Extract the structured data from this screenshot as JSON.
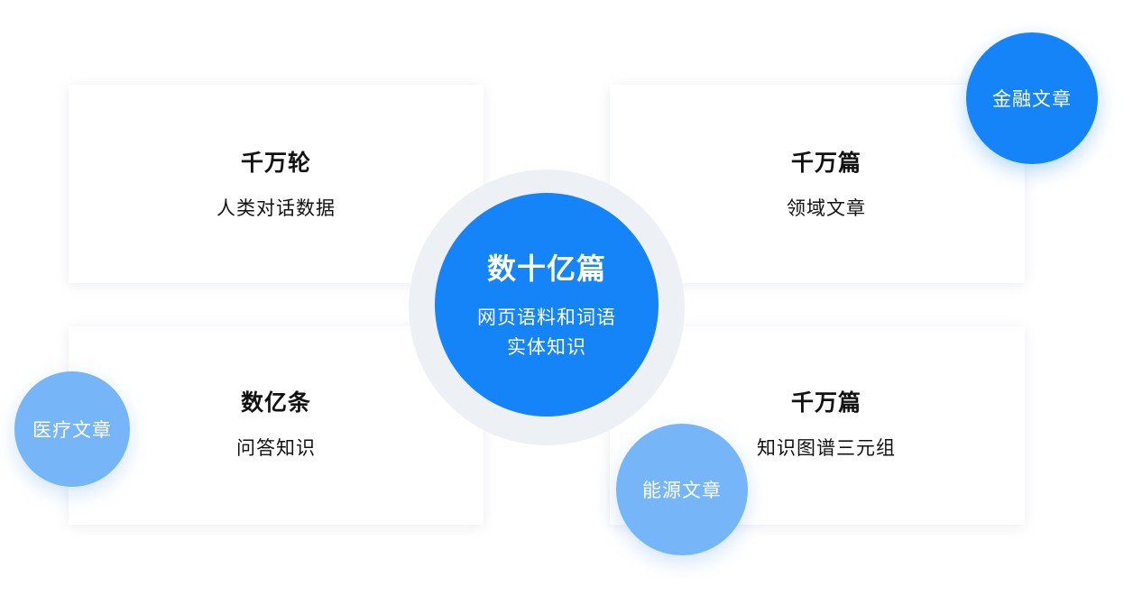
{
  "cards": {
    "top_left": {
      "title": "千万轮",
      "subtitle": "人类对话数据"
    },
    "top_right": {
      "title": "千万篇",
      "subtitle": "领域文章"
    },
    "bottom_left": {
      "title": "数亿条",
      "subtitle": "问答知识"
    },
    "bottom_right": {
      "title": "千万篇",
      "subtitle": "知识图谱三元组"
    }
  },
  "center": {
    "title": "数十亿篇",
    "line1": "网页语料和词语",
    "line2": "实体知识"
  },
  "bubbles": {
    "finance": "金融文章",
    "medical": "医疗文章",
    "energy": "能源文章"
  },
  "colors": {
    "primary_blue": "#1584f9",
    "light_blue": "#76b5f8",
    "ring_gray": "#edf1f6"
  }
}
